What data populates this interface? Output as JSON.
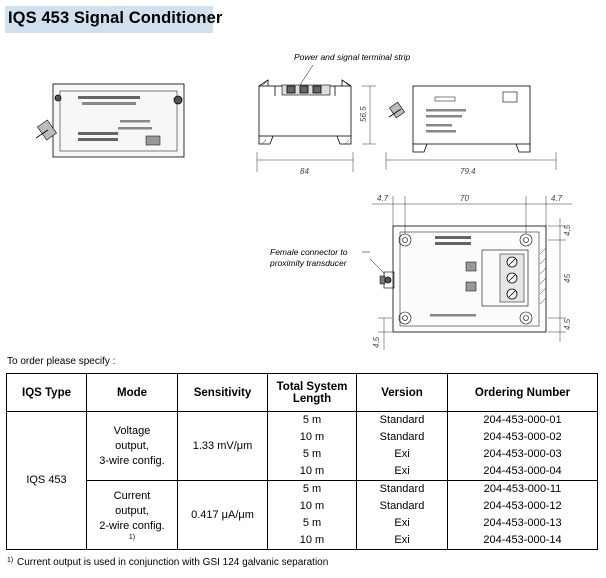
{
  "title": "IQS 453 Signal Conditioner",
  "drawing": {
    "callout_terminal": "Power and signal terminal strip",
    "callout_connector_line1": "Female connector to",
    "callout_connector_line2": "proximity transducer",
    "dim_width_front": "84",
    "dim_height_side": "56.5",
    "dim_depth_side": "79.4",
    "dim_edge_left": "4.7",
    "dim_holes": "70",
    "dim_edge_right": "4.7",
    "dim_top_small": "4.5",
    "dim_vertical_small": "45",
    "dim_bottom_small": "4.5",
    "dim_left_small": "4.5"
  },
  "order_note": "To order please specify :",
  "table": {
    "headers": {
      "type": "IQS Type",
      "mode": "Mode",
      "sensitivity": "Sensitivity",
      "length_line1": "Total System",
      "length_line2": "Length",
      "version": "Version",
      "ordering": "Ordering Number"
    },
    "type_value": "IQS 453",
    "groups": [
      {
        "mode_lines": [
          "Voltage",
          "output,",
          "3-wire config."
        ],
        "mode_note": "",
        "sensitivity": "1.33 mV/μm",
        "rows": [
          {
            "length": "5 m",
            "version": "Standard",
            "ordering": "204-453-000-01"
          },
          {
            "length": "10 m",
            "version": "Standard",
            "ordering": "204-453-000-02"
          },
          {
            "length": "5 m",
            "version": "Exi",
            "ordering": "204-453-000-03"
          },
          {
            "length": "10 m",
            "version": "Exi",
            "ordering": "204-453-000-04"
          }
        ]
      },
      {
        "mode_lines": [
          "Current",
          "output,",
          "2-wire config."
        ],
        "mode_note": "1)",
        "sensitivity": "0.417 μA/μm",
        "rows": [
          {
            "length": "5 m",
            "version": "Standard",
            "ordering": "204-453-000-11"
          },
          {
            "length": "10 m",
            "version": "Standard",
            "ordering": "204-453-000-12"
          },
          {
            "length": "5 m",
            "version": "Exi",
            "ordering": "204-453-000-13"
          },
          {
            "length": "10 m",
            "version": "Exi",
            "ordering": "204-453-000-14"
          }
        ]
      }
    ]
  },
  "footnote": {
    "marker": "1)",
    "text": "Current output is used in conjunction with GSI 124 galvanic separation"
  }
}
